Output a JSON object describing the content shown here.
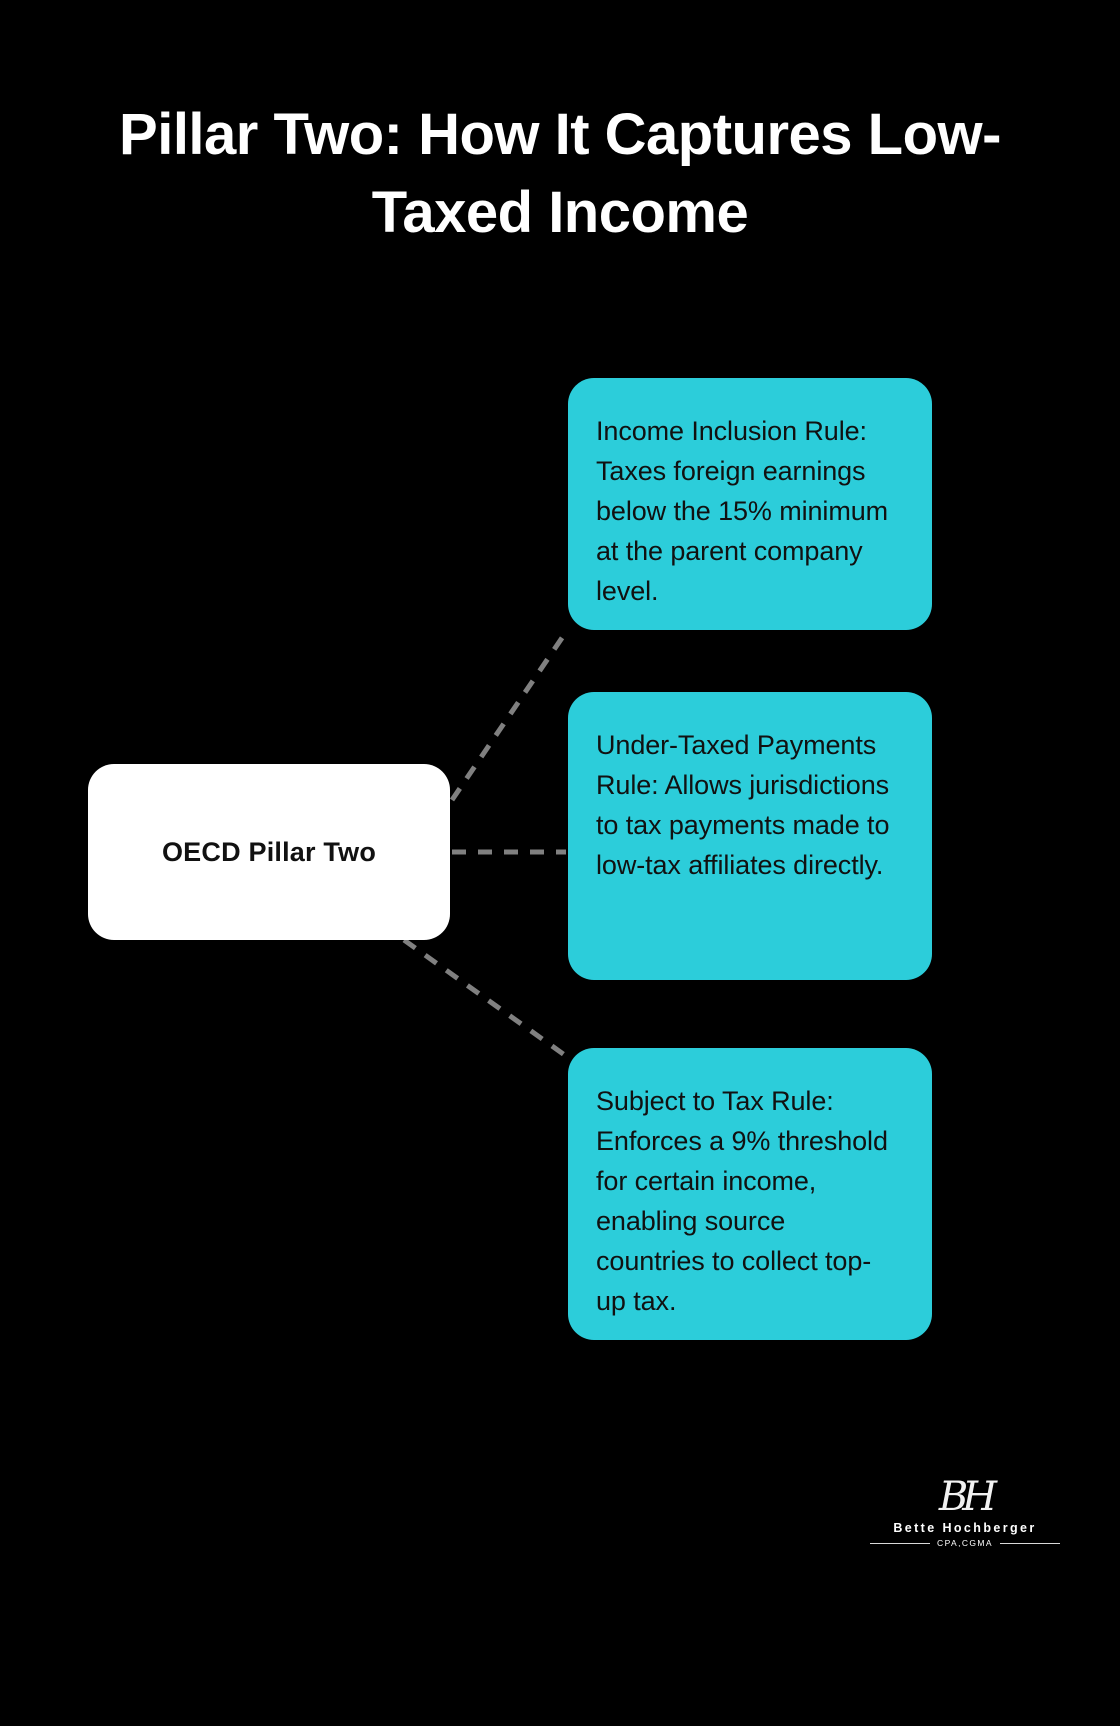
{
  "page": {
    "background_color": "#000000",
    "accent_color": "#2ccdda",
    "root_color": "#ffffff",
    "connector_color": "#808080"
  },
  "title": "Pillar Two: How It Captures Low-Taxed Income",
  "diagram": {
    "root": {
      "label": "OECD Pillar Two"
    },
    "branches": [
      {
        "id": "income-inclusion-rule",
        "text": "Income Inclusion Rule: Taxes foreign earnings below the 15% minimum at the parent company level."
      },
      {
        "id": "under-taxed-payments-rule",
        "text": "Under-Taxed Payments Rule: Allows jurisdictions to tax payments made to low-tax affiliates directly."
      },
      {
        "id": "subject-to-tax-rule",
        "text": "Subject to Tax Rule: Enforces a 9% threshold for certain income, enabling source countries to collect top-up tax."
      }
    ]
  },
  "logo": {
    "monogram": "BH",
    "name": "Bette Hochberger",
    "credentials": "CPA,CGMA"
  }
}
